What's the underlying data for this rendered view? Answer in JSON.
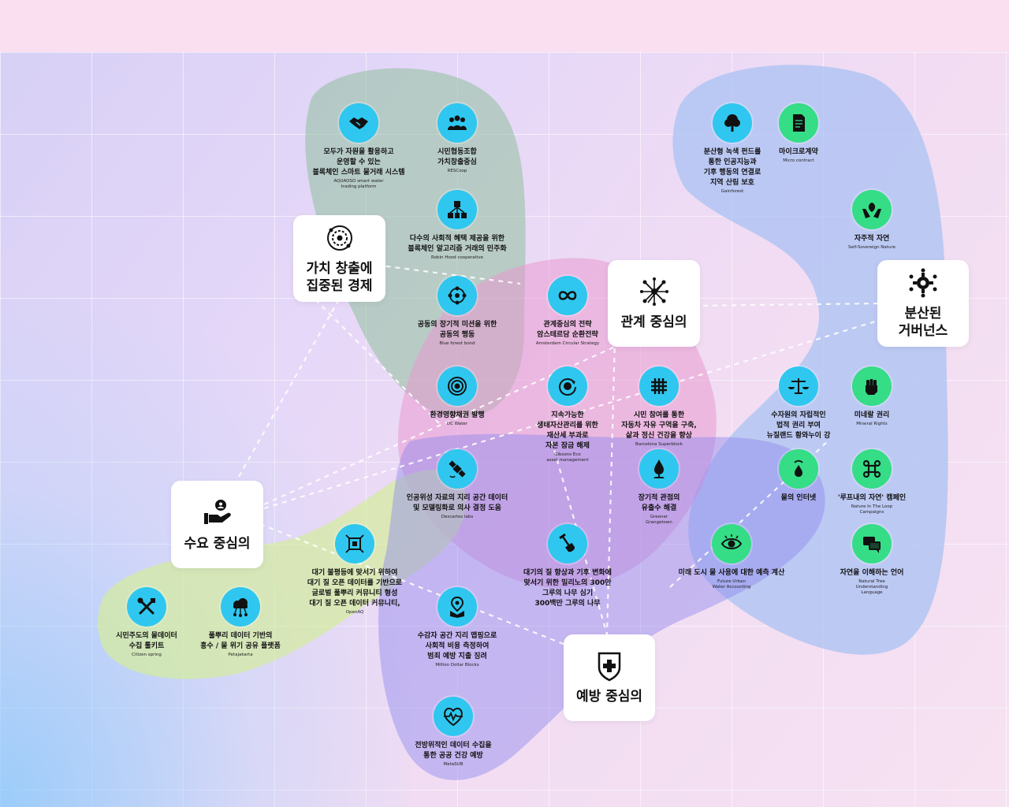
{
  "categories": {
    "value_economy": "가치 창출에\n집중된 경제",
    "relational": "관계 중심의",
    "distributed": "분산된\n거버넌스",
    "demand": "수요 중심의",
    "prevention": "예방 중심의"
  },
  "nodes": {
    "aquaoso": {
      "label": "모두가 자원을 활용하고\n운영할 수 있는\n블록체인 스마트 물거래 시스템",
      "en": "AQUAOSO smart water\ntrading platform",
      "icon": "handshake-icon"
    },
    "rescoop": {
      "label": "시민협동조합\n가치창출중심",
      "en": "RESCoop",
      "icon": "community-icon"
    },
    "robinhood": {
      "label": "다수의 사회적 혜택 제공을 위한\n블록체인 알고리즘 거래의 민주화",
      "en": "Robin Hood cooperative",
      "icon": "distribution-icon"
    },
    "blueforest": {
      "label": "공동의 장기적 미션을 위한\n공동의 행동",
      "en": "Blue forest bond",
      "icon": "network-cycle-icon"
    },
    "dcwater": {
      "label": "환경영향채권 발행",
      "en": "DC Water",
      "icon": "target-icon"
    },
    "amsterdam": {
      "label": "관계중심의 전략\n암스테르담 순환전략",
      "en": "Amsterdam Circular Strategy",
      "icon": "infinity-icon"
    },
    "gibsons": {
      "label": "지속가능한\n생태자산관리를 위한\n재산세 부과로\n자본 잠금 해제",
      "en": "Gibsons Eco\nasset management",
      "icon": "money-cycle-icon"
    },
    "barcelona": {
      "label": "시민 참여를 통한\n자동차 자유 구역을 구축,\n삶과 정신 건강을 향상",
      "en": "Barcelona Superblock",
      "icon": "grid-icon"
    },
    "gainforest": {
      "label": "분산형 녹색 펀드를\n통한 인공지능과\n기후 행동의 연결로\n지역 산림 보호",
      "en": "Gainforest",
      "icon": "tree-icon"
    },
    "microcontract": {
      "label": "마이크로계약",
      "en": "Micro contract",
      "icon": "contract-icon"
    },
    "selfsovereign": {
      "label": "자주적 자연",
      "en": "Self-Sovereign Nature",
      "icon": "hands-leaf-icon"
    },
    "waterrights": {
      "label": "수자원의 자립적인\n법적 권리 부여\n뉴질랜드 황와누이 강",
      "en": "",
      "icon": "scales-icon"
    },
    "mineral": {
      "label": "미네랄 권리",
      "en": "Mineral Rights",
      "icon": "fist-icon"
    },
    "descartes": {
      "label": "인공위성 자료의 지리 공간 데이터\n및 모델링화로 의사 결정 도움",
      "en": "Descartes labs",
      "icon": "satellite-icon"
    },
    "greener": {
      "label": "장기적 관점의\n유출수 해결",
      "en": "Greener\nGrangetown",
      "icon": "drop-plant-icon"
    },
    "waterinternet": {
      "label": "물의 인터넷",
      "en": "",
      "icon": "water-signal-icon"
    },
    "natureloop": {
      "label": "'루프내의 자연' 캠페인",
      "en": "Nature In The Loop\nCampaigns",
      "icon": "loop-icon"
    },
    "openaq": {
      "label": "대기 불평등에 맞서기 위하여\n대기 질 오픈 데이터를 기반으로\n글로벌 풀뿌리 커뮤니티 형성\n대기 질 오픈 데이터 커뮤니티,",
      "en": "OpenAQ",
      "icon": "air-sensor-icon"
    },
    "milliontrees": {
      "label": "대기의 질 향상과 기후 변화에\n맞서기 위한 밀리노의 300만\n그루의 나무 심기\n300백만 그루의 나무",
      "en": "",
      "icon": "shovel-icon"
    },
    "futureurban": {
      "label": "미래 도시 물 사용에 대한 예측 계산",
      "en": "Future Urban\nWater Accounting",
      "icon": "eye-icon"
    },
    "naturaltree": {
      "label": "자연을 이해하는 언어",
      "en": "Natural Tree\nUnderstanding\nLanguage",
      "icon": "chat-icon"
    },
    "citizenspring": {
      "label": "시민주도의 물데이터\n수집 툴키트",
      "en": "Citizen spring",
      "icon": "tools-icon"
    },
    "petajakarta": {
      "label": "풀뿌리 데이터 기반의\n홍수 / 물 위기 공유 플랫폼",
      "en": "Petajakarta",
      "icon": "cloud-network-icon"
    },
    "milliondollar": {
      "label": "수감자 공간 지리 맵핑으로\n사회적 비용 측정하여\n범죄 예방 지출 징려",
      "en": "Million Dollar Blocks",
      "icon": "map-pin-box-icon"
    },
    "metasub": {
      "label": "전방위적인 데이터 수집을\n통한 공공 건강 예방",
      "en": "MetaSUB",
      "icon": "heart-pulse-icon"
    }
  },
  "colors": {
    "icon_cyan": "#2fc7ef",
    "icon_green": "#35dd86",
    "blob_green": "#8fbf9d",
    "blob_pink": "#e79bd0",
    "blob_blue": "#a9c2f3",
    "blob_purple": "#8f88ee",
    "blob_yellow": "#d4ec9c"
  }
}
